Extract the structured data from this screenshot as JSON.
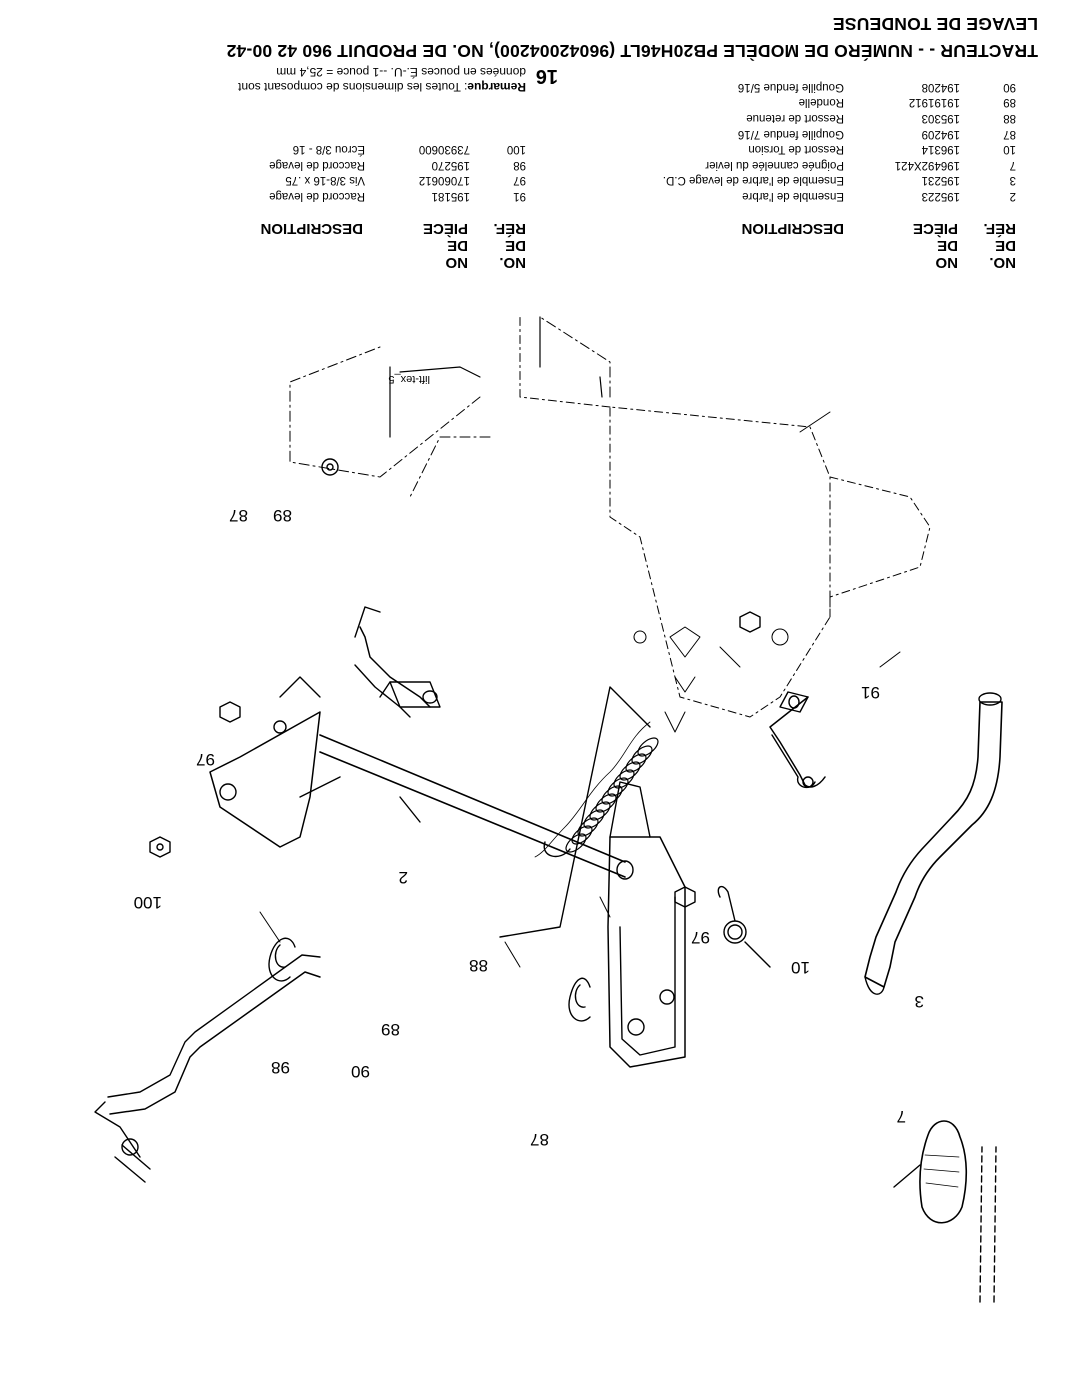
{
  "header": {
    "title_line1": "TRACTEUR - - NUMÉRO DE MODÈLE PB20H46LT (96042004200), NO. DE PRODUIT 960 42 00-42",
    "title_line2": "LEVAGE DE TONDEUSE"
  },
  "table_headers": {
    "ref_line1": "NO.",
    "ref_line2": "DE",
    "ref_line3": "RÉF.",
    "piece_line1": "NO",
    "piece_line2": "DE",
    "piece_line3": "PIÈCE",
    "description": "DESCRIPTION"
  },
  "parts_left": [
    {
      "ref": "2",
      "part": "195223",
      "desc": "Ensemble de l'arbre"
    },
    {
      "ref": "3",
      "part": "195231",
      "desc": "Ensemble de l'arbre de levage C.D."
    },
    {
      "ref": "7",
      "part": "196492X421",
      "desc": "Poignée cannelée du levier"
    },
    {
      "ref": "10",
      "part": "196314",
      "desc": "Ressort  de Torsion"
    },
    {
      "ref": "87",
      "part": "194209",
      "desc": "Goupille  fendue 7/16"
    },
    {
      "ref": "88",
      "part": "195303",
      "desc": "Ressort de retenue"
    },
    {
      "ref": "89",
      "part": "19191912",
      "desc": "Rondelle"
    },
    {
      "ref": "90",
      "part": "194208",
      "desc": "Goupille  fendue  5/16"
    }
  ],
  "parts_right": [
    {
      "ref": "91",
      "part": "195181",
      "desc": "Raccord de levage"
    },
    {
      "ref": "97",
      "part": "17060612",
      "desc": "Vis 3/8-16 x .75"
    },
    {
      "ref": "98",
      "part": "195270",
      "desc": "Raccord de levage"
    },
    {
      "ref": "100",
      "part": "73930600",
      "desc": "Écrou 3/8 - 16"
    }
  ],
  "note": {
    "label": "Remarque",
    "line1": ": Toutes les dimensions de composant sont",
    "line2": "données en pouces É.-U. --1 pouce = 25,4 mm"
  },
  "page_number": "16",
  "diagram": {
    "file_label": "lift-tex_5",
    "callouts": [
      "7",
      "3",
      "87",
      "90",
      "89",
      "98",
      "100",
      "2",
      "97",
      "88",
      "10",
      "97",
      "91",
      "87",
      "89"
    ]
  }
}
